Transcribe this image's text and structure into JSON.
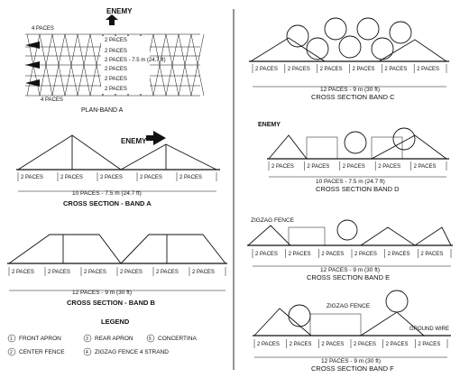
{
  "enemy_label": "ENEMY",
  "pace": "2 PACES",
  "four_paces": "4 PACES",
  "plan_a": {
    "dim": "2 PACES - 7.5 m (24.7 ft)",
    "caption": "PLAN-BAND A"
  },
  "band_a": {
    "total": "10 PACES - 7.5 m (24.7 ft)",
    "caption": "CROSS SECTION - BAND A"
  },
  "band_b": {
    "total": "12 PACES - 9 m (30 ft)",
    "caption": "CROSS SECTION - BAND B"
  },
  "band_c": {
    "total": "12 PACES - 9 m (30 ft)",
    "caption": "CROSS SECTION BAND C"
  },
  "band_d": {
    "total": "10 PACES - 7.5 m (24.7 ft)",
    "caption": "CROSS SECTION BAND D"
  },
  "band_e": {
    "zigzag": "ZIGZAG FENCE",
    "total": "12 PACES - 9 m (30 ft)",
    "caption": "CROSS SECTION BAND E"
  },
  "band_f": {
    "zigzag": "ZIGZAG FENCE",
    "ground_wire": "GROUND WIRE",
    "total": "12 PACES - 9 m (30 ft)",
    "caption": "CROSS SECTION BAND F"
  },
  "legend": {
    "title": "LEGEND",
    "items": [
      {
        "num": "1",
        "text": "FRONT APRON"
      },
      {
        "num": "2",
        "text": "CENTER FENCE"
      },
      {
        "num": "3",
        "text": "REAR APRON"
      },
      {
        "num": "4",
        "text": "ZIGZAG FENCE 4 STRAND"
      },
      {
        "num": "5",
        "text": "CONCERTINA"
      }
    ]
  }
}
